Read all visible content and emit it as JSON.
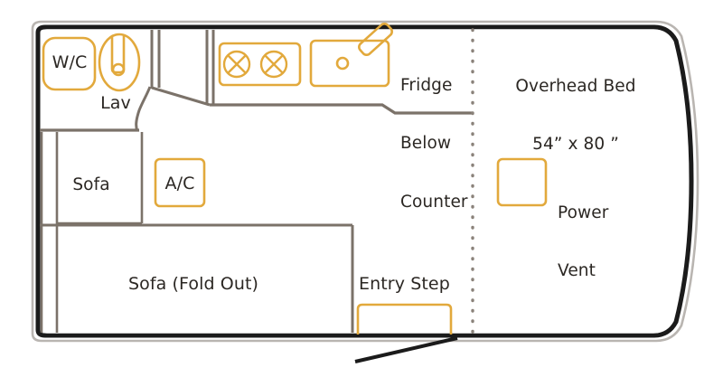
{
  "diagram": {
    "type": "rv-floorplan",
    "colors": {
      "fixture_outline": "#E2A93C",
      "wall_gray": "#7b7269",
      "shell_black": "#1b1b1b",
      "shell_outer_gray": "#b8b4b0",
      "text": "#2b2723",
      "background": "#ffffff",
      "divider_dotted": "#8a827a"
    },
    "labels": {
      "wc": "W/C",
      "lav": "Lav",
      "fridge": "Fridge\nBelow\nCounter",
      "fridge_line1": "Fridge",
      "fridge_line2": "Below",
      "fridge_line3": "Counter",
      "overhead_bed": "Overhead Bed",
      "overhead_bed_size": "54” x 80 ”",
      "power_vent_line1": "Power",
      "power_vent_line2": "Vent",
      "sofa": "Sofa",
      "ac": "A/C",
      "sofa_fold_out": "Sofa (Fold Out)",
      "entry_step": "Entry Step"
    },
    "fixtures": [
      {
        "name": "wc-fixture",
        "label": "W/C"
      },
      {
        "name": "lav-toilet-fixture",
        "label": "Lav"
      },
      {
        "name": "cooktop-fixture",
        "label": "",
        "burners": 2
      },
      {
        "name": "sink-fixture",
        "label": ""
      },
      {
        "name": "fridge-area",
        "label": "Fridge Below Counter"
      },
      {
        "name": "overhead-bed-area",
        "label": "Overhead Bed 54” x 80 ”"
      },
      {
        "name": "power-vent-fixture",
        "label": "Power Vent"
      },
      {
        "name": "sofa-area",
        "label": "Sofa"
      },
      {
        "name": "ac-fixture",
        "label": "A/C"
      },
      {
        "name": "sofa-fold-out-area",
        "label": "Sofa (Fold Out)"
      },
      {
        "name": "entry-step-fixture",
        "label": "Entry Step"
      }
    ]
  }
}
